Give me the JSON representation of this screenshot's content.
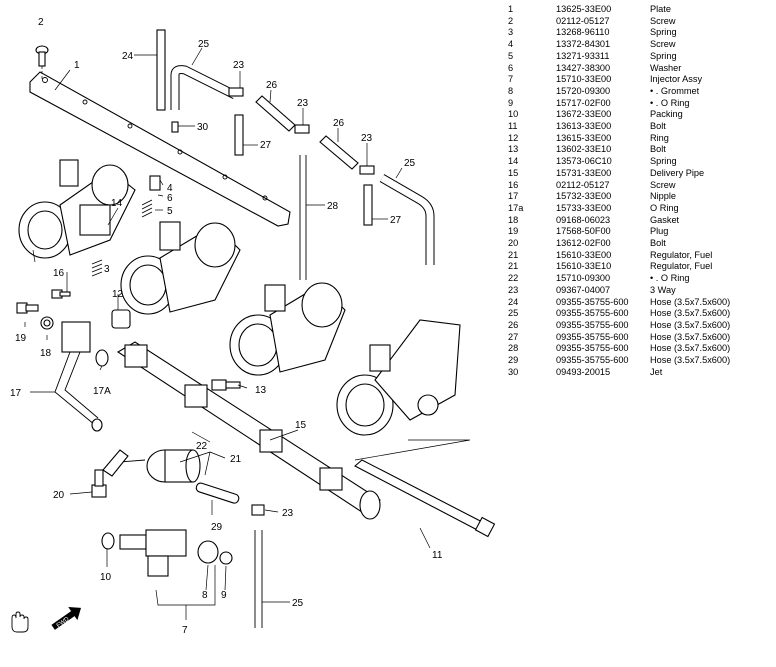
{
  "parts": [
    {
      "ref": "1",
      "part_no": "13625-33E00",
      "description": "Plate"
    },
    {
      "ref": "2",
      "part_no": "02112-05127",
      "description": "Screw"
    },
    {
      "ref": "3",
      "part_no": "13268-96110",
      "description": "Spring"
    },
    {
      "ref": "4",
      "part_no": "13372-84301",
      "description": "Screw"
    },
    {
      "ref": "5",
      "part_no": "13271-93311",
      "description": "Spring"
    },
    {
      "ref": "6",
      "part_no": "13427-38300",
      "description": "Washer"
    },
    {
      "ref": "7",
      "part_no": "15710-33E00",
      "description": "Injector Assy"
    },
    {
      "ref": "8",
      "part_no": "15720-09300",
      "description": "• . Grommet"
    },
    {
      "ref": "9",
      "part_no": "15717-02F00",
      "description": "• . O Ring"
    },
    {
      "ref": "10",
      "part_no": "13672-33E00",
      "description": "Packing"
    },
    {
      "ref": "11",
      "part_no": "13613-33E00",
      "description": "Bolt"
    },
    {
      "ref": "12",
      "part_no": "13615-33E00",
      "description": "Ring"
    },
    {
      "ref": "13",
      "part_no": "13602-33E10",
      "description": "Bolt"
    },
    {
      "ref": "14",
      "part_no": "13573-06C10",
      "description": "Spring"
    },
    {
      "ref": "15",
      "part_no": "15731-33E00",
      "description": "Delivery Pipe"
    },
    {
      "ref": "16",
      "part_no": "02112-05127",
      "description": "Screw"
    },
    {
      "ref": "17",
      "part_no": "15732-33E00",
      "description": "Nipple"
    },
    {
      "ref": "17a",
      "part_no": "15733-33E00",
      "description": "O Ring"
    },
    {
      "ref": "18",
      "part_no": "09168-06023",
      "description": "Gasket"
    },
    {
      "ref": "19",
      "part_no": "17568-50F00",
      "description": "Plug"
    },
    {
      "ref": "20",
      "part_no": "13612-02F00",
      "description": "Bolt"
    },
    {
      "ref": "21",
      "part_no": "15610-33E00",
      "description": "Regulator, Fuel"
    },
    {
      "ref": "21",
      "part_no": "15610-33E10",
      "description": "Regulator, Fuel"
    },
    {
      "ref": "22",
      "part_no": "15710-09300",
      "description": "• . O Ring"
    },
    {
      "ref": "23",
      "part_no": "09367-04007",
      "description": "3 Way"
    },
    {
      "ref": "24",
      "part_no": "09355-35755-600",
      "description": "Hose (3.5x7.5x600)"
    },
    {
      "ref": "25",
      "part_no": "09355-35755-600",
      "description": "Hose (3.5x7.5x600)"
    },
    {
      "ref": "26",
      "part_no": "09355-35755-600",
      "description": "Hose (3.5x7.5x600)"
    },
    {
      "ref": "27",
      "part_no": "09355-35755-600",
      "description": "Hose (3.5x7.5x600)"
    },
    {
      "ref": "28",
      "part_no": "09355-35755-600",
      "description": "Hose (3.5x7.5x600)"
    },
    {
      "ref": "29",
      "part_no": "09355-35755-600",
      "description": "Hose (3.5x7.5x600)"
    },
    {
      "ref": "30",
      "part_no": "09493-20015",
      "description": "Jet"
    }
  ],
  "callouts": {
    "c1": "1",
    "c2": "2",
    "c3": "3",
    "c4": "4",
    "c5": "5",
    "c6": "6",
    "c7": "7",
    "c8": "8",
    "c9": "9",
    "c10": "10",
    "c11": "11",
    "c12": "12",
    "c13": "13",
    "c14": "14",
    "c15": "15",
    "c16": "16",
    "c17": "17",
    "c17a": "17A",
    "c18": "18",
    "c19": "19",
    "c20": "20",
    "c21": "21",
    "c22": "22",
    "c23a": "23",
    "c23b": "23",
    "c23c": "23",
    "c23d": "23",
    "c24": "24",
    "c25a": "25",
    "c25b": "25",
    "c25c": "25",
    "c26a": "26",
    "c26b": "26",
    "c27a": "27",
    "c27b": "27",
    "c28": "28",
    "c29": "29",
    "c30": "30"
  },
  "icons": {
    "hand": "hand-icon",
    "front_arrow": "front-arrow-icon",
    "front_arrow_text": "FWD"
  }
}
